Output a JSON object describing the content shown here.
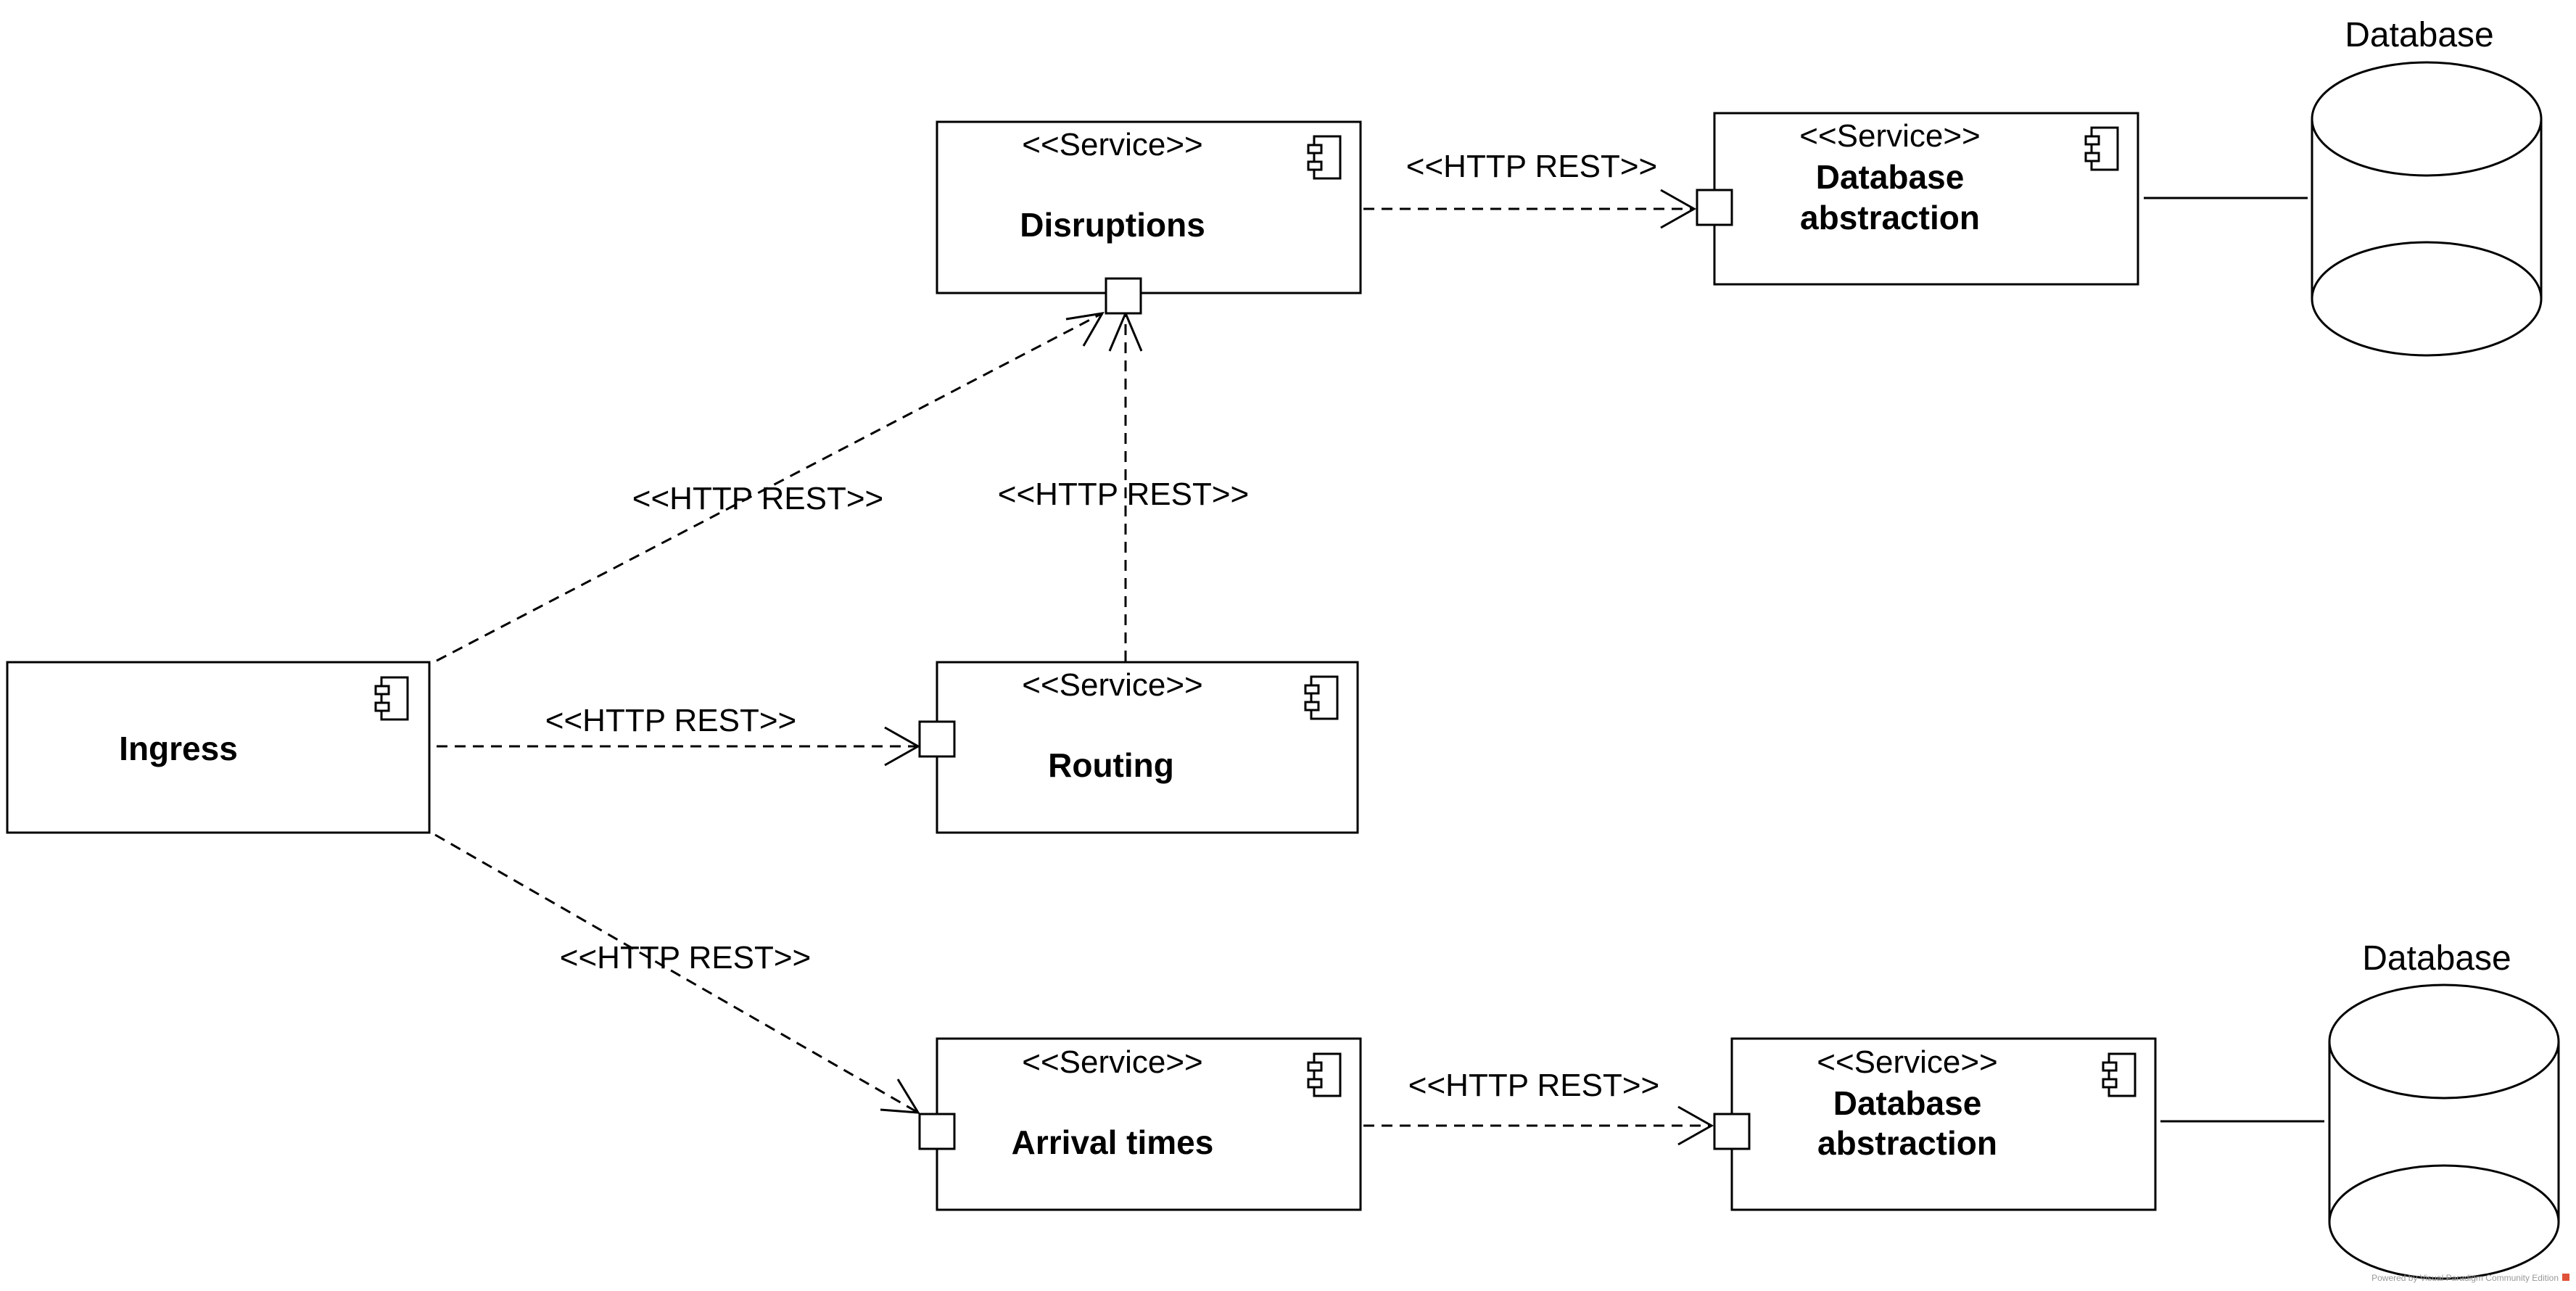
{
  "nodes": {
    "disruptions": {
      "stereotype": "<<Service>>",
      "name": "Disruptions"
    },
    "db_abstraction_top": {
      "stereotype": "<<Service>>",
      "name_line1": "Database",
      "name_line2": "abstraction"
    },
    "ingress": {
      "name": "Ingress"
    },
    "routing": {
      "stereotype": "<<Service>>",
      "name": "Routing"
    },
    "arrival_times": {
      "stereotype": "<<Service>>",
      "name": "Arrival times"
    },
    "db_abstraction_bottom": {
      "stereotype": "<<Service>>",
      "name_line1": "Database",
      "name_line2": "abstraction"
    },
    "database_top": {
      "label": "Database"
    },
    "database_bottom": {
      "label": "Database"
    }
  },
  "edges": {
    "disruptions_to_dbabs": "<<HTTP REST>>",
    "ingress_to_disruptions": "<<HTTP REST>>",
    "routing_to_disruptions": "<<HTTP REST>>",
    "ingress_to_routing": "<<HTTP REST>>",
    "ingress_to_arrival": "<<HTTP REST>>",
    "arrival_to_dbabs": "<<HTTP REST>>"
  },
  "footer": "Powered by Visual Paradigm Community Edition"
}
